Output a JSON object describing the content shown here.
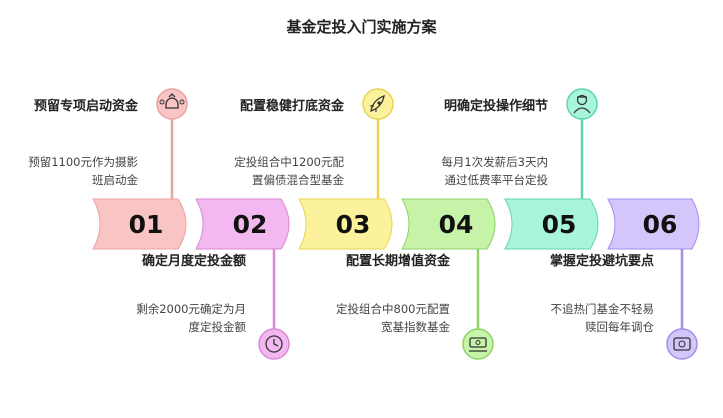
{
  "title": "基金定投入门实施方案",
  "steps": [
    {
      "num": "01",
      "heading": "预留专项启动资金",
      "desc": "预留1100元作为摄影班启动金",
      "icon": "money-bag-icon",
      "color": "#f9c4c4",
      "stroke": "#e8a4a4"
    },
    {
      "num": "02",
      "heading": "确定月度定投金额",
      "desc": "剩余2000元确定为月度定投金额",
      "icon": "clock-icon",
      "color": "#f3b8f0",
      "stroke": "#d98ad4"
    },
    {
      "num": "03",
      "heading": "配置稳健打底资金",
      "desc": "定投组合中1200元配置偏债混合型基金",
      "icon": "rocket-icon",
      "color": "#fdf29c",
      "stroke": "#e8d550"
    },
    {
      "num": "04",
      "heading": "配置长期增值资金",
      "desc": "定投组合中800元配置宽基指数基金",
      "icon": "cash-hand-icon",
      "color": "#c7f3a8",
      "stroke": "#8ed36a"
    },
    {
      "num": "05",
      "heading": "明确定投操作细节",
      "desc": "每月1次发薪后3天内通过低费率平台定投",
      "icon": "person-icon",
      "color": "#a8f5dc",
      "stroke": "#5bd6ad"
    },
    {
      "num": "06",
      "heading": "掌握定投避坑要点",
      "desc": "不追热门基金不轻易赎回每年调仓",
      "icon": "wallet-icon",
      "color": "#d4c5fb",
      "stroke": "#a48ee6"
    }
  ]
}
